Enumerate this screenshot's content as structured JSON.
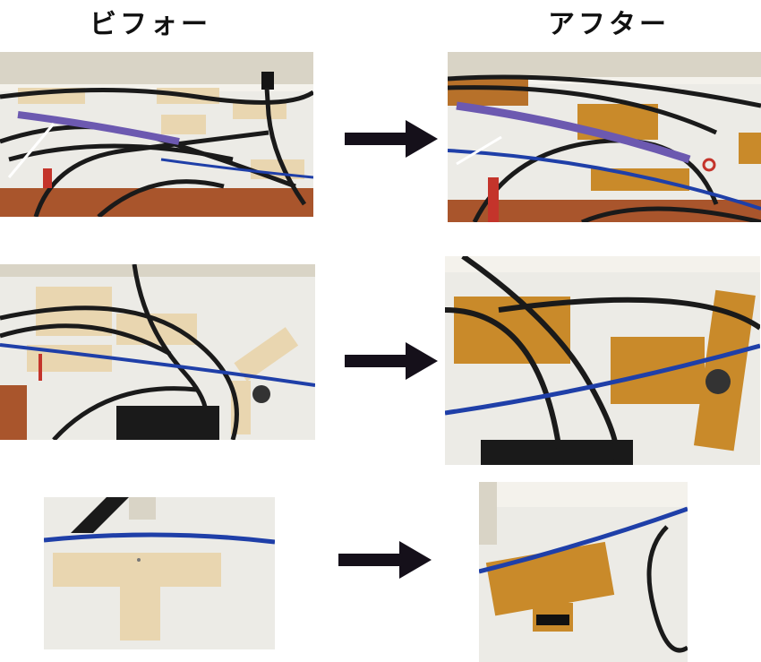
{
  "headings": {
    "before": "ビフォー",
    "after": "アフター"
  },
  "rows": [
    {
      "before_photo": "cables-on-rack-before",
      "arrow": "arrow-right-icon",
      "after_photo": "cables-on-rack-after"
    },
    {
      "before_photo": "cables-on-blocks-before",
      "arrow": "arrow-right-icon",
      "after_photo": "cables-on-blocks-after"
    },
    {
      "before_photo": "cable-on-t-stand-before",
      "arrow": "arrow-right-icon",
      "after_photo": "cable-on-t-stand-after"
    }
  ],
  "colors": {
    "arrow": "#15101a",
    "wood_light": "#e9d6b0",
    "wood_stained": "#c98a2a",
    "cable_blue": "#1f3fa8",
    "cable_black": "#1a1a1a",
    "floor": "#ecebe6"
  }
}
